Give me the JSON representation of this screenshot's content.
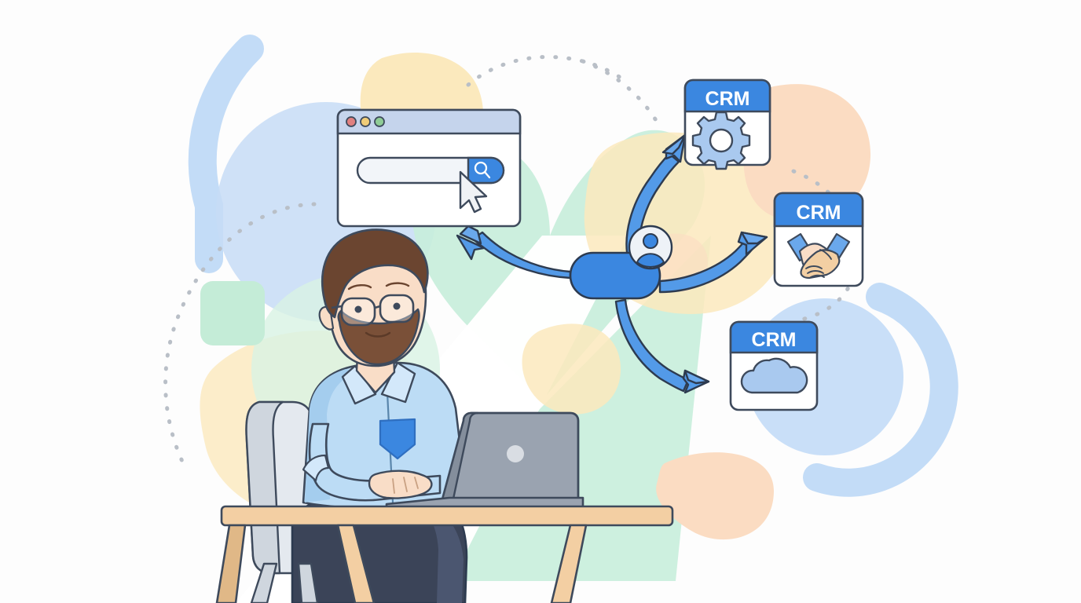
{
  "illustration": {
    "title": "CRM integration workflow illustration",
    "subject": "man-at-desk-with-laptop-connecting-to-crm-apps",
    "background_color": "#fdfdfd"
  },
  "palette": {
    "brand_blue": "#3b87e0",
    "arrow_blue": "#539ae8",
    "arrow_blue_dark": "#2f6fc0",
    "outline_dark": "#3e4a5c",
    "soft_blue": "#c3dcf7",
    "soft_blue_light": "#d6e7fb",
    "mint_green": "#c4ecd7",
    "mint_green_light": "#d8f2e4",
    "pale_yellow": "#fbe9bd",
    "peach": "#fbdcc2",
    "shirt_blue": "#bcdcf5",
    "shirt_blue_dark": "#a4cdee",
    "pocket_blue": "#3b87e0",
    "skin": "#f9ddc7",
    "hair_brown": "#6b4530",
    "beard_brown": "#7a5038",
    "laptop_gray": "#9aa3b0",
    "laptop_gray_dark": "#848e9c",
    "desk_wood": "#f3cfa3",
    "desk_wood_dark": "#e0b887",
    "chair_gray": "#cfd6de",
    "trousers_navy": "#3b4458",
    "dot_gray": "#b9bfc7",
    "window_titlebar": "#c5d4ec",
    "window_body": "#ffffff",
    "searchbar_fill": "#f2f5f9",
    "icon_blue_fill": "#a9c9ef",
    "icon_blue_fill_light": "#bfd8f5",
    "cursor_fill": "#f0f2f5"
  },
  "browser_window": {
    "name": "search-browser-window",
    "dots": [
      {
        "name": "close-dot",
        "color": "#e08080"
      },
      {
        "name": "minimize-dot",
        "color": "#f0cc78"
      },
      {
        "name": "maximize-dot",
        "color": "#8fcc96"
      }
    ],
    "search_field": {
      "name": "search-input",
      "value": "",
      "placeholder": ""
    },
    "search_button": {
      "name": "search-button",
      "icon": "magnifier-icon",
      "label": ""
    },
    "cursor": {
      "name": "mouse-cursor",
      "icon": "arrow-pointer-icon"
    }
  },
  "hub": {
    "name": "central-data-hub",
    "shape": "pill",
    "avatar": {
      "name": "user-avatar-icon",
      "label": ""
    }
  },
  "crm_cards": [
    {
      "name": "crm-card-settings",
      "title": "CRM",
      "icon": "gear-icon",
      "position": "top-right"
    },
    {
      "name": "crm-card-partnership",
      "title": "CRM",
      "icon": "handshake-icon",
      "position": "middle-right"
    },
    {
      "name": "crm-card-cloud",
      "title": "CRM",
      "icon": "cloud-icon",
      "position": "bottom-right"
    }
  ],
  "arrows": [
    {
      "name": "arrow-hub-to-browser",
      "direction": "up-left",
      "target": "search-browser-window"
    },
    {
      "name": "arrow-hub-to-crm-settings",
      "direction": "up-right",
      "target": "crm-card-settings"
    },
    {
      "name": "arrow-hub-to-crm-partnership",
      "direction": "right",
      "target": "crm-card-partnership"
    },
    {
      "name": "arrow-hub-to-crm-cloud",
      "direction": "down-right",
      "target": "crm-card-cloud"
    }
  ],
  "person": {
    "name": "seated-person-figure",
    "description": "bearded man with glasses typing on a laptop",
    "shirt_pocket": {
      "name": "shirt-pocket",
      "label": ""
    }
  },
  "workstation": {
    "laptop": {
      "name": "laptop-computer",
      "label": ""
    },
    "desk": {
      "name": "desk",
      "label": ""
    },
    "chair": {
      "name": "office-chair",
      "label": ""
    }
  },
  "decor": {
    "shapes": [
      {
        "name": "decor-arc-left",
        "color": "#c3dcf7"
      },
      {
        "name": "decor-circle-left",
        "color": "#c7dcf6"
      },
      {
        "name": "decor-blob-yellow-top",
        "color": "#fbe9bd"
      },
      {
        "name": "decor-square-mint",
        "color": "#c4ecd7"
      },
      {
        "name": "decor-heart-mint",
        "color": "#c8eedb"
      },
      {
        "name": "decor-blob-peach-right",
        "color": "#fbdcc2"
      },
      {
        "name": "decor-circle-right",
        "color": "#c3dcf7"
      },
      {
        "name": "decor-arc-right",
        "color": "#c3dcf7"
      },
      {
        "name": "decor-dotted-path-top",
        "color": "#b9bfc7"
      },
      {
        "name": "decor-dotted-path-left",
        "color": "#b9bfc7"
      },
      {
        "name": "decor-dotted-path-right",
        "color": "#b9bfc7"
      }
    ]
  }
}
